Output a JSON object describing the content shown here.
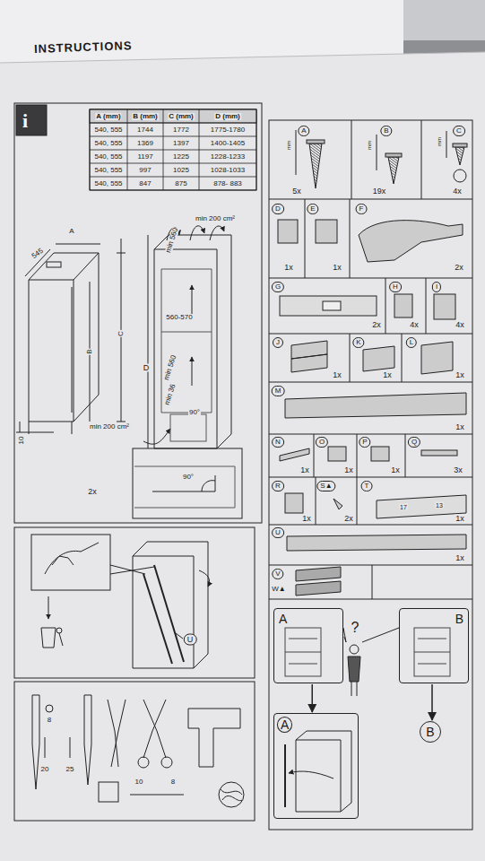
{
  "diagram": {
    "title": "INSTRUCTIONS",
    "nodes": [
      {
        "text": [
          "A"
        ]
      },
      {
        "text": [
          "B"
        ]
      },
      {
        "text": [
          "A"
        ]
      },
      {
        "text": [
          "B"
        ]
      }
    ],
    "edges": [
      {
        "from": 0,
        "to": 2,
        "arrow": "to"
      },
      {
        "from": 1,
        "to": 3,
        "arrow": "to"
      }
    ],
    "labels": [
      "A (mm)",
      "B (mm)",
      "C (mm)",
      "D (mm)",
      "540, 555",
      "1744",
      "1772",
      "1775-1780",
      "540, 555",
      "1369",
      "1397",
      "1400-1405",
      "540, 555",
      "1197",
      "1225",
      "1228-1233",
      "540, 555",
      "997",
      "1025",
      "1028-1033",
      "540, 555",
      "847",
      "875",
      "878- 883",
      "i",
      "545",
      "A",
      "C",
      "B",
      "10",
      "min 560",
      "min 200 cm²",
      "560-570",
      "D",
      "min 560",
      "min 36",
      "90°",
      "min 200 cm²",
      "90°",
      "2x",
      "U",
      "8",
      "20",
      "25",
      "10",
      "8",
      "A",
      "mm",
      "5x",
      "B",
      "mm",
      "19x",
      "C",
      "mm",
      "4x",
      "D",
      "1x",
      "E",
      "1x",
      "F",
      "2x",
      "G",
      "2x",
      "H",
      "4x",
      "I",
      "4x",
      "J",
      "1x",
      "K",
      "1x",
      "L",
      "1x",
      "M",
      "1x",
      "N",
      "1x",
      "O",
      "1x",
      "P",
      "1x",
      "Q",
      "3x",
      "R",
      "1x",
      "S▲",
      "2x",
      "T",
      "17",
      "13",
      "1x",
      "U",
      "1x",
      "V",
      "W▲",
      "?"
    ]
  }
}
